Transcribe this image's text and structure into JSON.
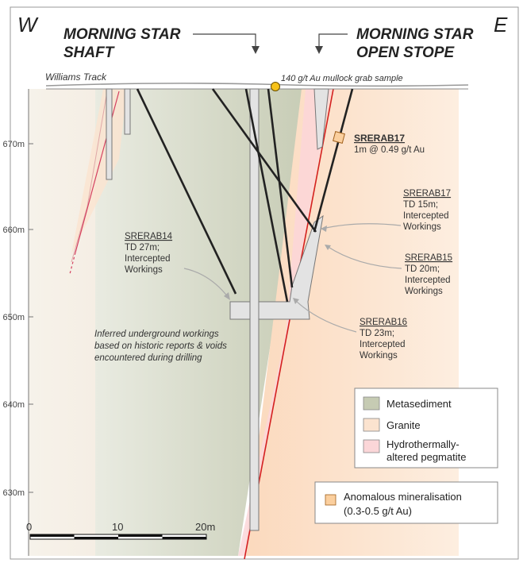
{
  "compass": {
    "west": "W",
    "east": "E"
  },
  "headings": {
    "shaft_line1": "MORNING STAR",
    "shaft_line2": "SHAFT",
    "stope_line1": "MORNING STAR",
    "stope_line2": "OPEN STOPE"
  },
  "surface": {
    "track_label": "Williams Track",
    "sample_label": "140 g/t Au mullock grab sample"
  },
  "elevation_axis": {
    "ticks": [
      "670m",
      "660m",
      "650m",
      "640m",
      "630m"
    ]
  },
  "drillholes": {
    "srerab17_top": {
      "name": "SRERAB17",
      "line1": "1m @ 0.49 g/t Au"
    },
    "srerab17": {
      "name": "SRERAB17",
      "line1": "TD 15m;",
      "line2": "Intercepted",
      "line3": "Workings"
    },
    "srerab14": {
      "name": "SRERAB14",
      "line1": "TD 27m;",
      "line2": "Intercepted",
      "line3": "Workings"
    },
    "srerab15": {
      "name": "SRERAB15",
      "line1": "TD 20m;",
      "line2": "Intercepted",
      "line3": "Workings"
    },
    "srerab16": {
      "name": "SRERAB16",
      "line1": "TD 23m;",
      "line2": "Intercepted",
      "line3": "Workings"
    }
  },
  "workings_note": {
    "line1": "Inferred underground workings",
    "line2": "based on historic reports & voids",
    "line3": "encountered during drilling"
  },
  "legend": {
    "metasediment": "Metasediment",
    "granite": "Granite",
    "pegmatite_line1": "Hydrothermally-",
    "pegmatite_line2": "altered pegmatite",
    "colors": {
      "metasediment": "#c6cbb3",
      "granite": "#fbe3cf",
      "pegmatite": "#fbd6d8"
    }
  },
  "mineralisation_legend": {
    "line1": "Anomalous mineralisation",
    "line2": "(0.3-0.5 g/t Au)",
    "color": "#fbcf9e"
  },
  "scale_bar": {
    "labels": [
      "0",
      "10",
      "20m"
    ]
  }
}
